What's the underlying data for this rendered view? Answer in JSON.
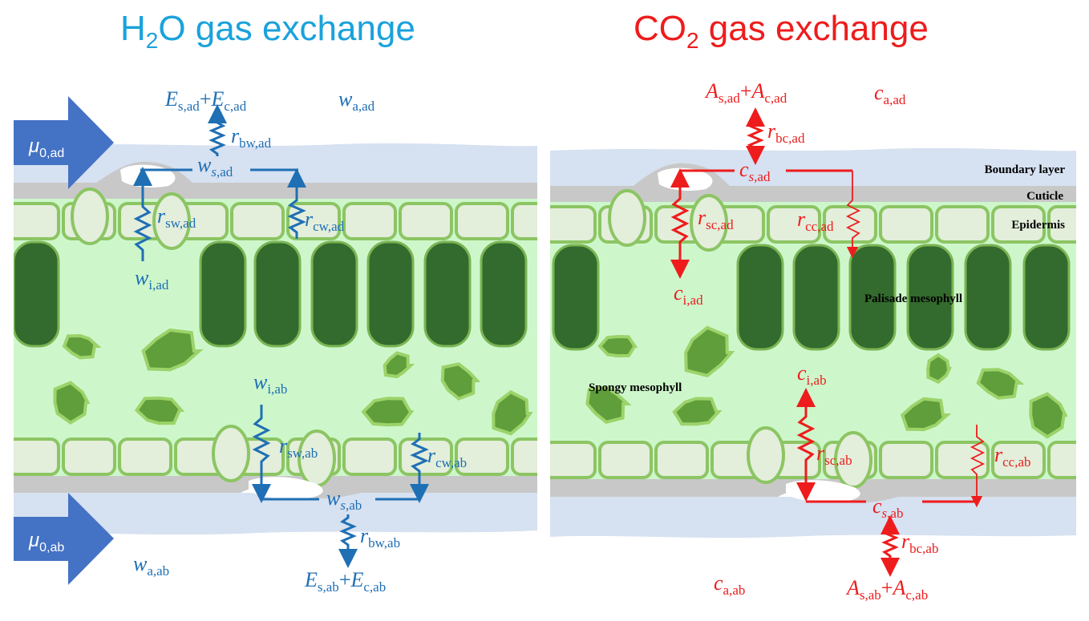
{
  "titles": {
    "h2o": {
      "main": "H",
      "sub": "2",
      "rest": "O gas exchange",
      "color": "#1aa2dc"
    },
    "co2": {
      "main": "CO",
      "sub": "2",
      "rest": " gas exchange",
      "color": "#ee1c1c"
    }
  },
  "layer_labels": {
    "boundary": "Boundary layer",
    "cuticle": "Cuticle",
    "epidermis": "Epidermis",
    "palisade": "Palisade mesophyll",
    "spongy": "Spongy mesophyll"
  },
  "flux_arrows": {
    "adaxial": {
      "symbol": "μ",
      "sub": "0,ad"
    },
    "abaxial": {
      "symbol": "μ",
      "sub": "0,ab"
    }
  },
  "h2o": {
    "color": "#1f6fb4",
    "E_ad": {
      "a": "E",
      "as": "s,ad",
      "op": "+",
      "b": "E",
      "bs": "c,ad"
    },
    "w_a_ad": {
      "sym": "w",
      "sub": "a,ad"
    },
    "r_bw_ad": {
      "sym": "r",
      "sub": "bw,ad"
    },
    "w_s_ad": {
      "sym": "w",
      "sub1": "s",
      "sub2": ",ad"
    },
    "r_sw_ad": {
      "sym": "r",
      "sub": "sw,ad"
    },
    "r_cw_ad": {
      "sym": "r",
      "sub": "cw,ad"
    },
    "w_i_ad": {
      "sym": "w",
      "sub": "i,ad"
    },
    "w_i_ab": {
      "sym": "w",
      "sub": "i,ab"
    },
    "r_sw_ab": {
      "sym": "r",
      "sub": "sw,ab"
    },
    "r_cw_ab": {
      "sym": "r",
      "sub": "cw,ab"
    },
    "w_s_ab": {
      "sym": "w",
      "sub1": "s",
      "sub2": ",ab"
    },
    "r_bw_ab": {
      "sym": "r",
      "sub": "bw,ab"
    },
    "w_a_ab": {
      "sym": "w",
      "sub": "a,ab"
    },
    "E_ab": {
      "a": "E",
      "as": "s,ab",
      "op": "+",
      "b": "E",
      "bs": "c,ab"
    }
  },
  "co2": {
    "color": "#ee1c1c",
    "A_ad": {
      "a": "A",
      "as": "s,ad",
      "op": "+",
      "b": "A",
      "bs": "c,ad"
    },
    "c_a_ad": {
      "sym": "c",
      "sub": "a,ad"
    },
    "r_bc_ad": {
      "sym": "r",
      "sub": "bc,ad"
    },
    "c_s_ad": {
      "sym": "c",
      "sub1": "s",
      "sub2": ",ad"
    },
    "r_sc_ad": {
      "sym": "r",
      "sub": "sc,ad"
    },
    "r_cc_ad": {
      "sym": "r",
      "sub": "cc,ad"
    },
    "c_i_ad": {
      "sym": "c",
      "sub": "i,ad"
    },
    "c_i_ab": {
      "sym": "c",
      "sub": "i,ab"
    },
    "r_sc_ab": {
      "sym": "r",
      "sub": "sc,ab"
    },
    "r_cc_ab": {
      "sym": "r",
      "sub": "cc,ab"
    },
    "c_s_ab": {
      "sym": "c",
      "sub1": "s",
      "sub2": ",ab"
    },
    "r_bc_ab": {
      "sym": "r",
      "sub": "bc,ab"
    },
    "c_a_ab": {
      "sym": "c",
      "sub": "a,ab"
    },
    "A_ab": {
      "a": "A",
      "as": "s,ab",
      "op": "+",
      "b": "A",
      "bs": "c,ab"
    }
  },
  "colors": {
    "boundary_layer": "#d6e1f1",
    "cuticle": "#c8c8c8",
    "mesophyll_bg": "#cdf7cb",
    "epidermis_fill": "#e3eedb",
    "epidermis_edge": "#8cc563",
    "palisade_fill": "#336a2d",
    "palisade_edge": "#7ab553",
    "spongy_fill": "#5f9e3a",
    "spongy_edge": "#9cd36a",
    "flux_arrow": "#4472c4"
  }
}
